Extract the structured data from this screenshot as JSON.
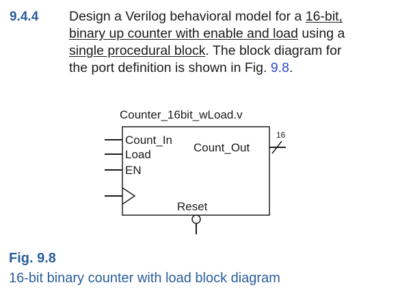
{
  "problem": {
    "number": "9.4.4",
    "lines": [
      {
        "pre": "Design a Verilog behavioral model for a ",
        "u": "16-bit,",
        "post": ""
      },
      {
        "pre": "",
        "u": "binary up counter with enable and load",
        "post": " using a"
      },
      {
        "pre": "",
        "u": "single procedural block",
        "post": ". The block diagram for"
      },
      {
        "pre": "the port definition is shown in Fig. ",
        "u": "",
        "post": ""
      }
    ],
    "fig_ref": "9.8",
    "end": "."
  },
  "diagram": {
    "module_name": "Counter_16bit_wLoad.v",
    "inputs": [
      "Count_In",
      "Load",
      "EN"
    ],
    "output": "Count_Out",
    "bus_width": "16",
    "reset": "Reset"
  },
  "figure": {
    "title": "Fig. 9.8",
    "caption": "16-bit binary counter with load block diagram"
  }
}
